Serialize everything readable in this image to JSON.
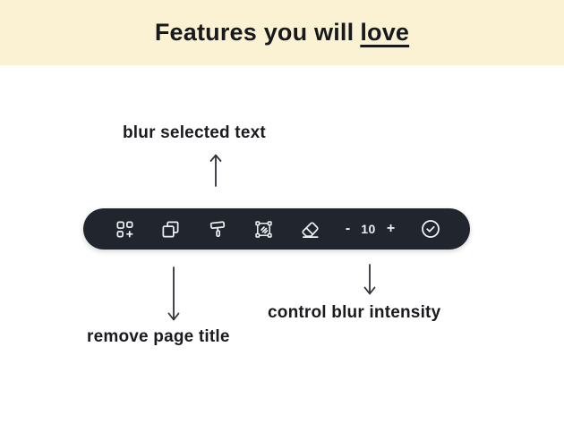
{
  "header": {
    "title_prefix": "Features you will",
    "title_emphasis": "love"
  },
  "callouts": {
    "blur_selected_text": "blur selected text",
    "remove_page_title": "remove page title",
    "control_blur_intensity": "control blur intensity"
  },
  "toolbar": {
    "icons": [
      {
        "name": "add-component-icon"
      },
      {
        "name": "duplicate-icon"
      },
      {
        "name": "paint-roller-icon"
      },
      {
        "name": "blur-selection-icon"
      },
      {
        "name": "eraser-icon"
      },
      {
        "name": "confirm-check-icon"
      }
    ],
    "stepper": {
      "decrease": "-",
      "value": "10",
      "increase": "+"
    }
  },
  "colors": {
    "banner_background": "#FBF2D4",
    "toolbar_background": "#21262E",
    "icon_color": "#EDEFF2",
    "text_color": "#17191D",
    "arrow_color": "#2F343B"
  }
}
